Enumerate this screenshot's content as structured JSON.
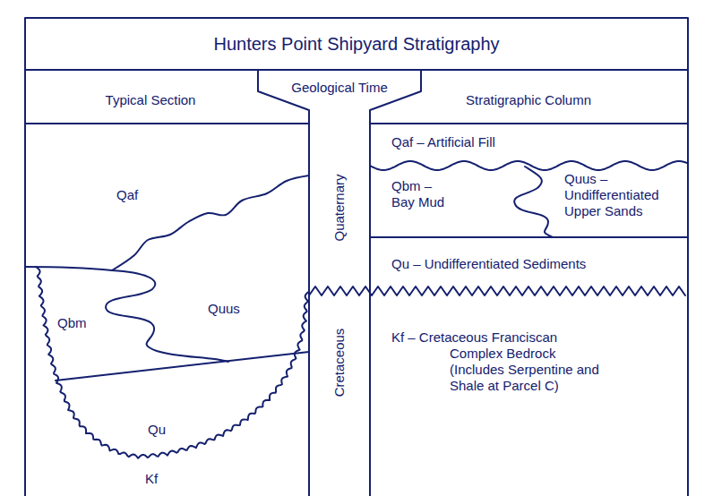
{
  "diagram": {
    "title": "Hunters Point Shipyard Stratigraphy",
    "labels": [
      "Typical Section",
      "Geological Time",
      "Stratigraphic Column",
      "Qaf",
      "Quus",
      "Qbm",
      "Qu",
      "Kf",
      "Quaternary",
      "Cretaceous",
      "Qaf – Artificial Fill",
      "Qbm – Bay Mud",
      "Quus – Undifferentiated Upper Sands",
      "Qu – Undifferentiated Sediments",
      "Kf – Cretaceous Franciscan Complex Bedrock (Includes Serpentine and Shale at Parcel C)"
    ]
  }
}
